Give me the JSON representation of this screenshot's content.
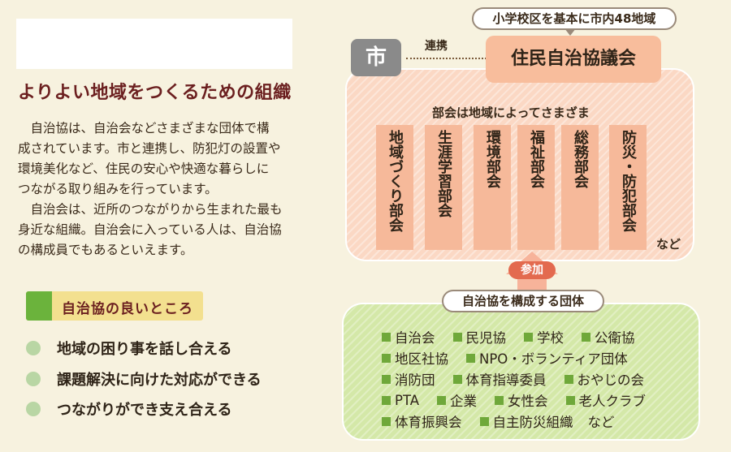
{
  "left": {
    "heading": "よりよい地域をつくるための組織",
    "paragraph1_lines": [
      "自治協は、自治会などさまざまな団体で構",
      "成されています。市と連携し、防犯灯の設置や",
      "環境美化など、住民の安心や快適な暮らしに",
      "つながる取り組みを行っています。"
    ],
    "paragraph2_lines": [
      "自治会は、近所のつながりから生まれた最も",
      "身近な組織。自治会に入っている人は、自治協",
      "の構成員でもあるといえます。"
    ],
    "merits_title": "自治協の良いところ",
    "merits": [
      "地域の困り事を話し合える",
      "課題解決に向けた対応ができる",
      "つながりができ支え合える"
    ]
  },
  "diagram": {
    "city": "市",
    "link": "連携",
    "council_note": "小学校区を基本に市内48地域",
    "council": "住民自治協議会",
    "dept_caption": "部会は地域によってさまざま",
    "departments": [
      "地域づくり部会",
      "生涯学習部会",
      "環境部会",
      "福祉部会",
      "総務部会",
      "防災・防犯部会"
    ],
    "dept_etc": "など",
    "arrow_label": "参加",
    "members_title": "自治協を構成する団体",
    "member_rows": [
      [
        "自治会",
        "民児協",
        "学校",
        "公衛協"
      ],
      [
        "地区社協",
        "NPO・ボランティア団体"
      ],
      [
        "消防団",
        "体育指導委員",
        "おやじの会"
      ],
      [
        "PTA",
        "企業",
        "女性会",
        "老人クラブ"
      ],
      [
        "体育振興会",
        "自主防災組織"
      ]
    ],
    "members_etc": "など"
  },
  "colors": {
    "heading": "#6b1f1f",
    "council_fill": "#f8bd9c",
    "dept_fill": "#f6b99a",
    "member_fill": "#d4e8a8",
    "member_square": "#6fa83a",
    "arrow_label": "#e36a4f"
  }
}
